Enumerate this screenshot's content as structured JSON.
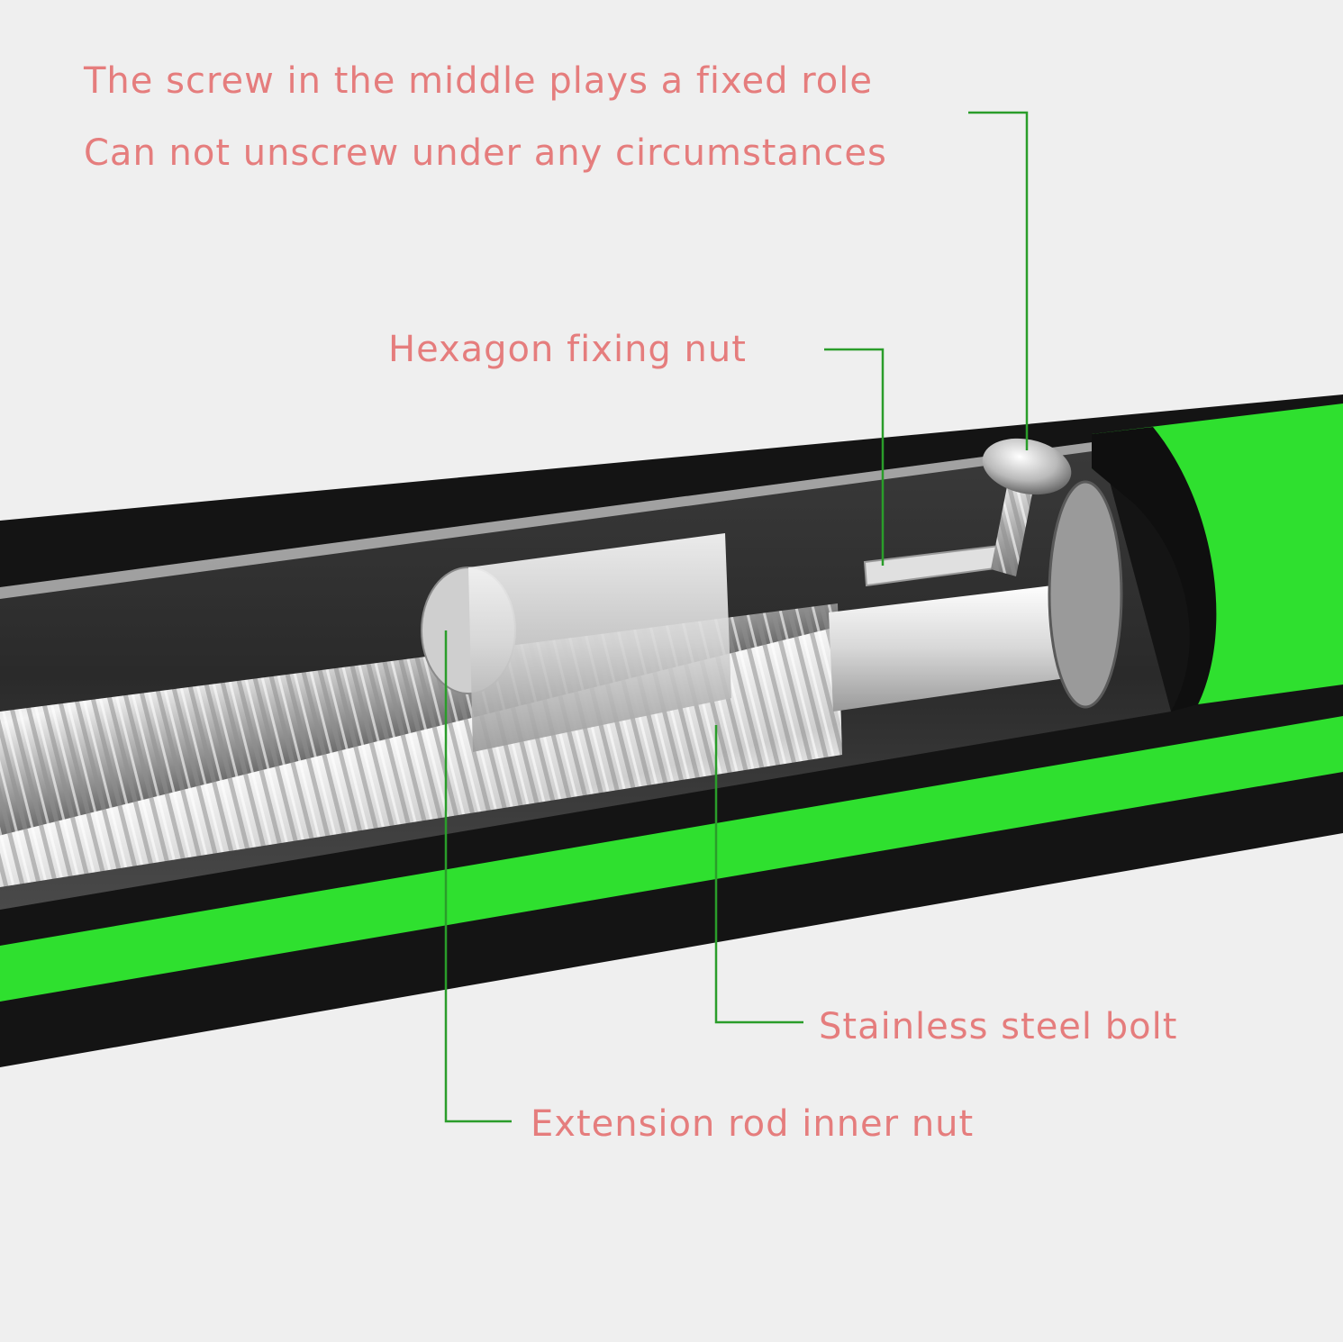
{
  "notes": [
    "The screw in the middle plays a fixed role",
    "Can not unscrew under any circumstances"
  ],
  "labels": {
    "hexagon_nut": "Hexagon fixing nut",
    "stainless_bolt": "Stainless steel bolt",
    "extension_nut": "Extension rod inner nut"
  },
  "colors": {
    "background": "#efefef",
    "label_text": "#e57d7d",
    "leader_line": "#2a9d2a",
    "foam_black": "#141414",
    "foam_green": "#2fe02f",
    "steel_light": "#e4e4e4",
    "steel_dark": "#7a7a7a"
  }
}
